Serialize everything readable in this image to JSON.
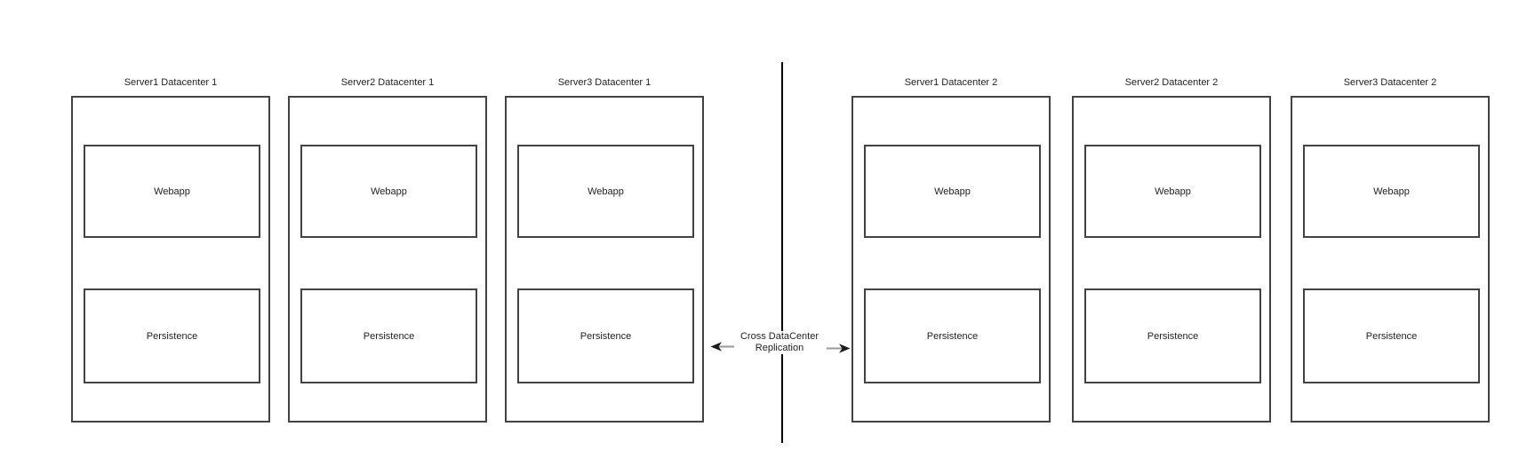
{
  "diagram": {
    "datacenters": [
      {
        "name": "Datacenter 1",
        "servers": [
          {
            "title": "Server1 Datacenter 1",
            "components": [
              "Webapp",
              "Persistence"
            ]
          },
          {
            "title": "Server2 Datacenter 1",
            "components": [
              "Webapp",
              "Persistence"
            ]
          },
          {
            "title": "Server3 Datacenter 1",
            "components": [
              "Webapp",
              "Persistence"
            ]
          }
        ]
      },
      {
        "name": "Datacenter 2",
        "servers": [
          {
            "title": "Server1 Datacenter 2",
            "components": [
              "Webapp",
              "Persistence"
            ]
          },
          {
            "title": "Server2 Datacenter 2",
            "components": [
              "Webapp",
              "Persistence"
            ]
          },
          {
            "title": "Server3 Datacenter 2",
            "components": [
              "Webapp",
              "Persistence"
            ]
          }
        ]
      }
    ],
    "replication": {
      "line1": "Cross DataCenter",
      "line2": "Replication"
    },
    "icons": {
      "left_arrow": "left-arrow-icon",
      "right_arrow": "right-arrow-icon"
    },
    "colors": {
      "background": "#ffffff",
      "box_border": "#424242",
      "divider_line": "#000000",
      "text": "#1f1f1f",
      "arrow_shaft": "#999999",
      "arrow_head": "#1a1a1a"
    }
  }
}
